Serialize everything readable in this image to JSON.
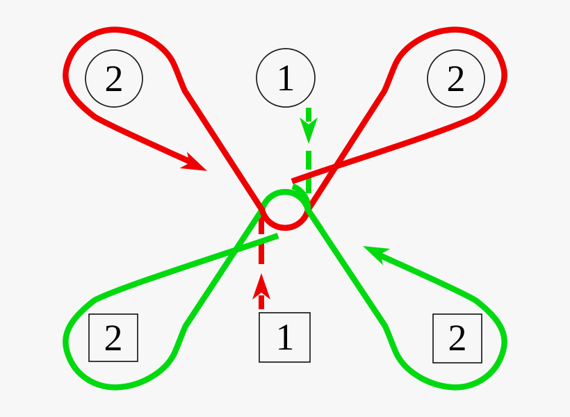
{
  "diagram": {
    "background": "#f7f7f7",
    "colors": {
      "red": "#ee0000",
      "green": "#00d90f",
      "node_stroke": "#1b1b1b",
      "label": "#000000"
    },
    "top_nodes": [
      {
        "shape": "circle",
        "label": "2"
      },
      {
        "shape": "circle",
        "label": "1"
      },
      {
        "shape": "circle",
        "label": "2"
      }
    ],
    "bottom_nodes": [
      {
        "shape": "square",
        "label": "2"
      },
      {
        "shape": "square",
        "label": "1"
      },
      {
        "shape": "square",
        "label": "2"
      }
    ],
    "strands": [
      {
        "id": "red-strand",
        "color": "#ee0000",
        "style": "solid",
        "loops_around": [
          "top-left circle 2",
          "top-right circle 2"
        ],
        "arrow": "solid arrowhead pointing down-right toward center"
      },
      {
        "id": "green-strand",
        "color": "#00d90f",
        "style": "solid",
        "loops_around": [
          "bottom-left square 2",
          "bottom-right square 2"
        ],
        "arrow": "solid arrowhead pointing up-left toward center"
      },
      {
        "id": "green-dashed-arrow",
        "color": "#00d90f",
        "style": "dashed",
        "direction": "down",
        "from": "top circle 1",
        "to": "center crossing"
      },
      {
        "id": "red-dashed-arrow",
        "color": "#ee0000",
        "style": "dashed",
        "direction": "up",
        "from": "bottom square 1",
        "to": "center crossing"
      }
    ]
  }
}
